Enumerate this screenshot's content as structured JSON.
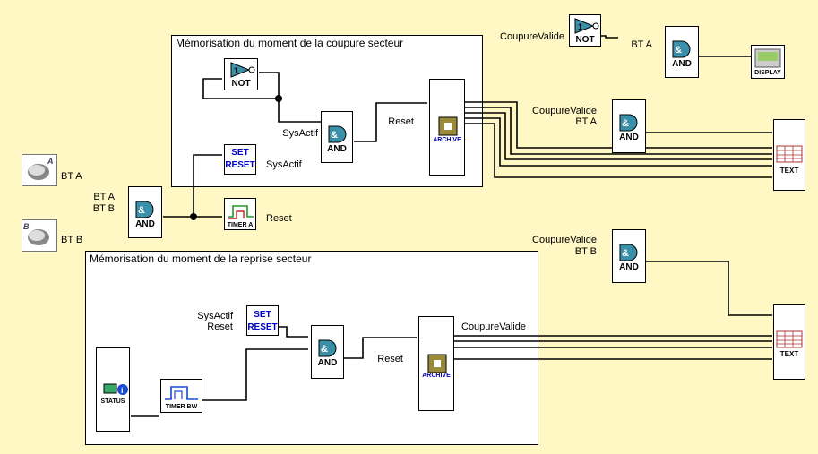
{
  "groups": {
    "power_cut": "Mémorisation du moment de la coupure secteur",
    "power_restore": "Mémorisation du moment de la reprise secteur"
  },
  "inputs": {
    "bt_a": "BT A",
    "bt_b": "BT B",
    "bt_a_letter": "A",
    "bt_b_letter": "B"
  },
  "blocks": {
    "and": "AND",
    "not": "NOT",
    "set": "SET",
    "reset": "RESET",
    "timer_a": "TIMER A",
    "timer_bw": "TIMER BW",
    "archive": "ARCHIVE",
    "status": "STATUS",
    "text": "TEXT",
    "display": "DISPLAY"
  },
  "labels": {
    "bt_a": "BT A",
    "bt_b": "BT B",
    "sysactif": "SysActif",
    "reset": "Reset",
    "coupure_valide": "CoupureValide"
  },
  "colors": {
    "background": "#fff7c4",
    "pin": "#1a9a2a",
    "gate": "#3a90a8"
  }
}
